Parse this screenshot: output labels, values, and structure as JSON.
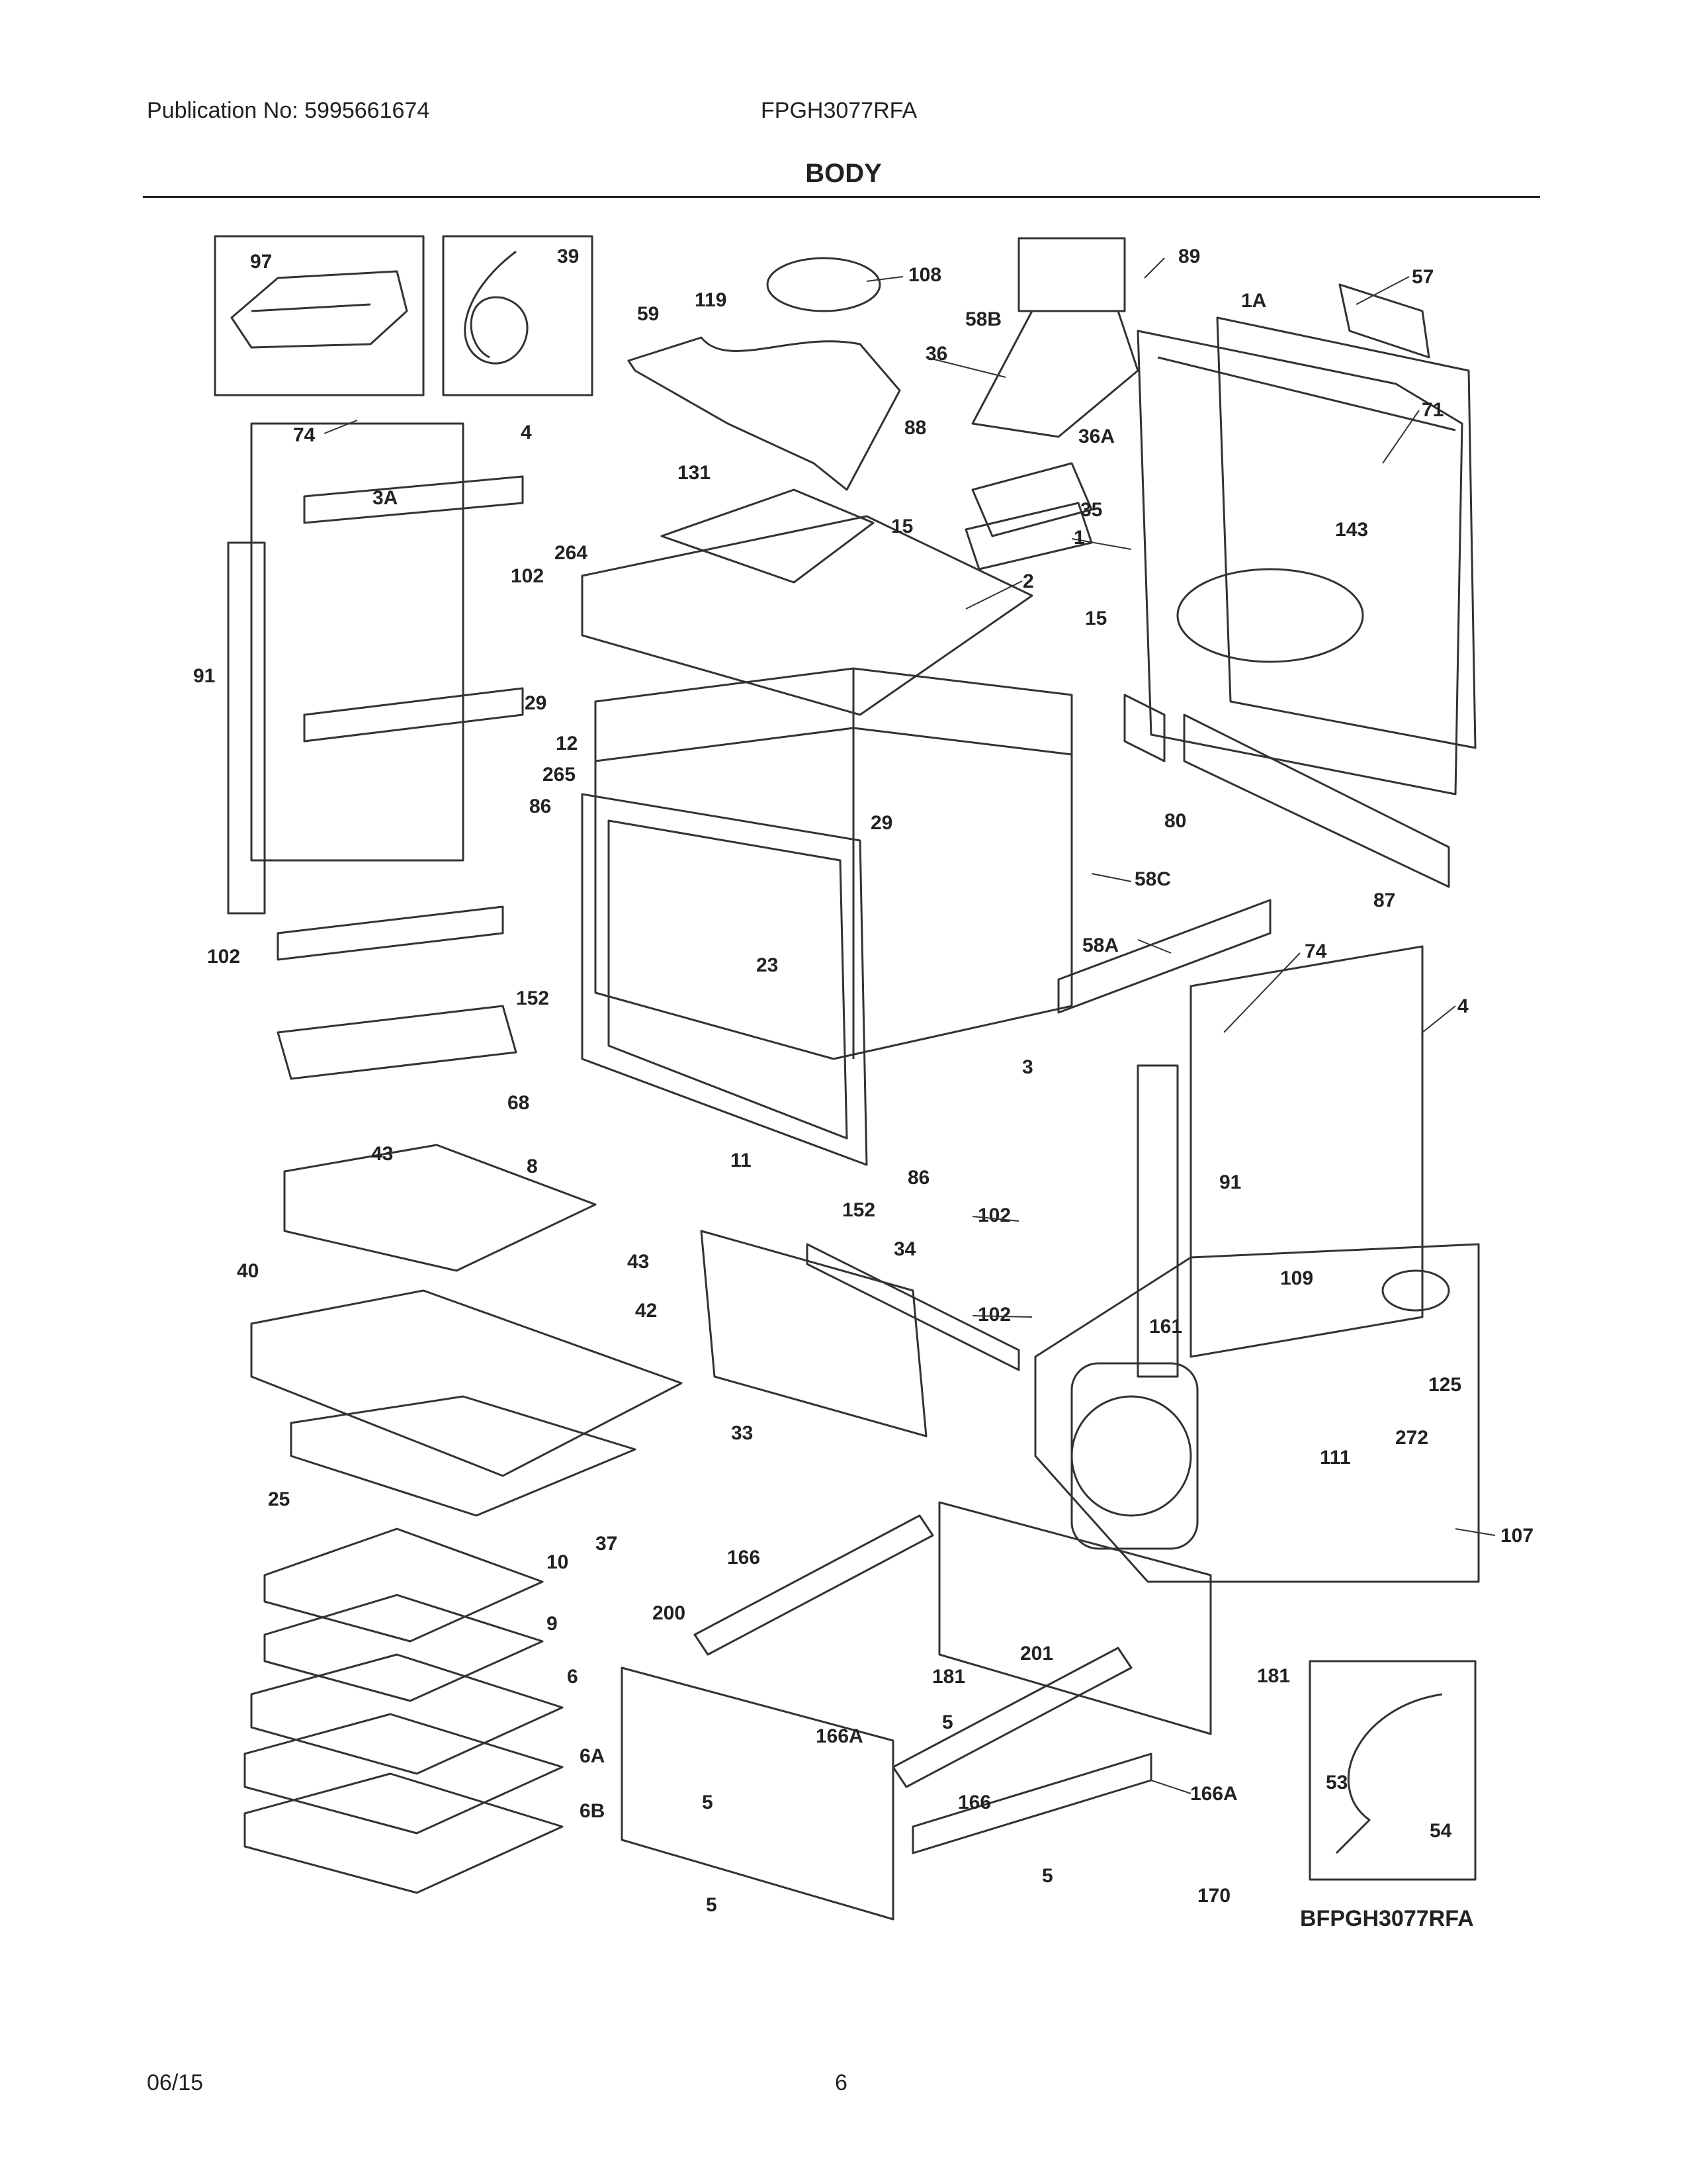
{
  "header": {
    "publication": "Publication No: 5995661674",
    "model": "FPGH3077RFA",
    "title": "BODY"
  },
  "diagram": {
    "reference": "BFPGH3077RFA",
    "callouts": [
      "97",
      "39",
      "108",
      "119",
      "59",
      "89",
      "58B",
      "1A",
      "57",
      "36",
      "74",
      "4",
      "88",
      "36A",
      "71",
      "131",
      "3A",
      "35",
      "15",
      "143",
      "1",
      "264",
      "102",
      "2",
      "15",
      "91",
      "29",
      "12",
      "265",
      "80",
      "29",
      "86",
      "58C",
      "87",
      "102",
      "23",
      "58A",
      "74",
      "4",
      "152",
      "68",
      "3",
      "43",
      "8",
      "11",
      "152",
      "86",
      "91",
      "102",
      "43",
      "34",
      "40",
      "42",
      "109",
      "102",
      "161",
      "125",
      "33",
      "272",
      "111",
      "25",
      "107",
      "37",
      "166",
      "10",
      "200",
      "181",
      "201",
      "9",
      "181",
      "5",
      "6",
      "166A",
      "5",
      "6A",
      "166",
      "166A",
      "53",
      "54",
      "6B",
      "5",
      "5",
      "170"
    ]
  },
  "footer": {
    "date": "06/15",
    "page": "6"
  }
}
